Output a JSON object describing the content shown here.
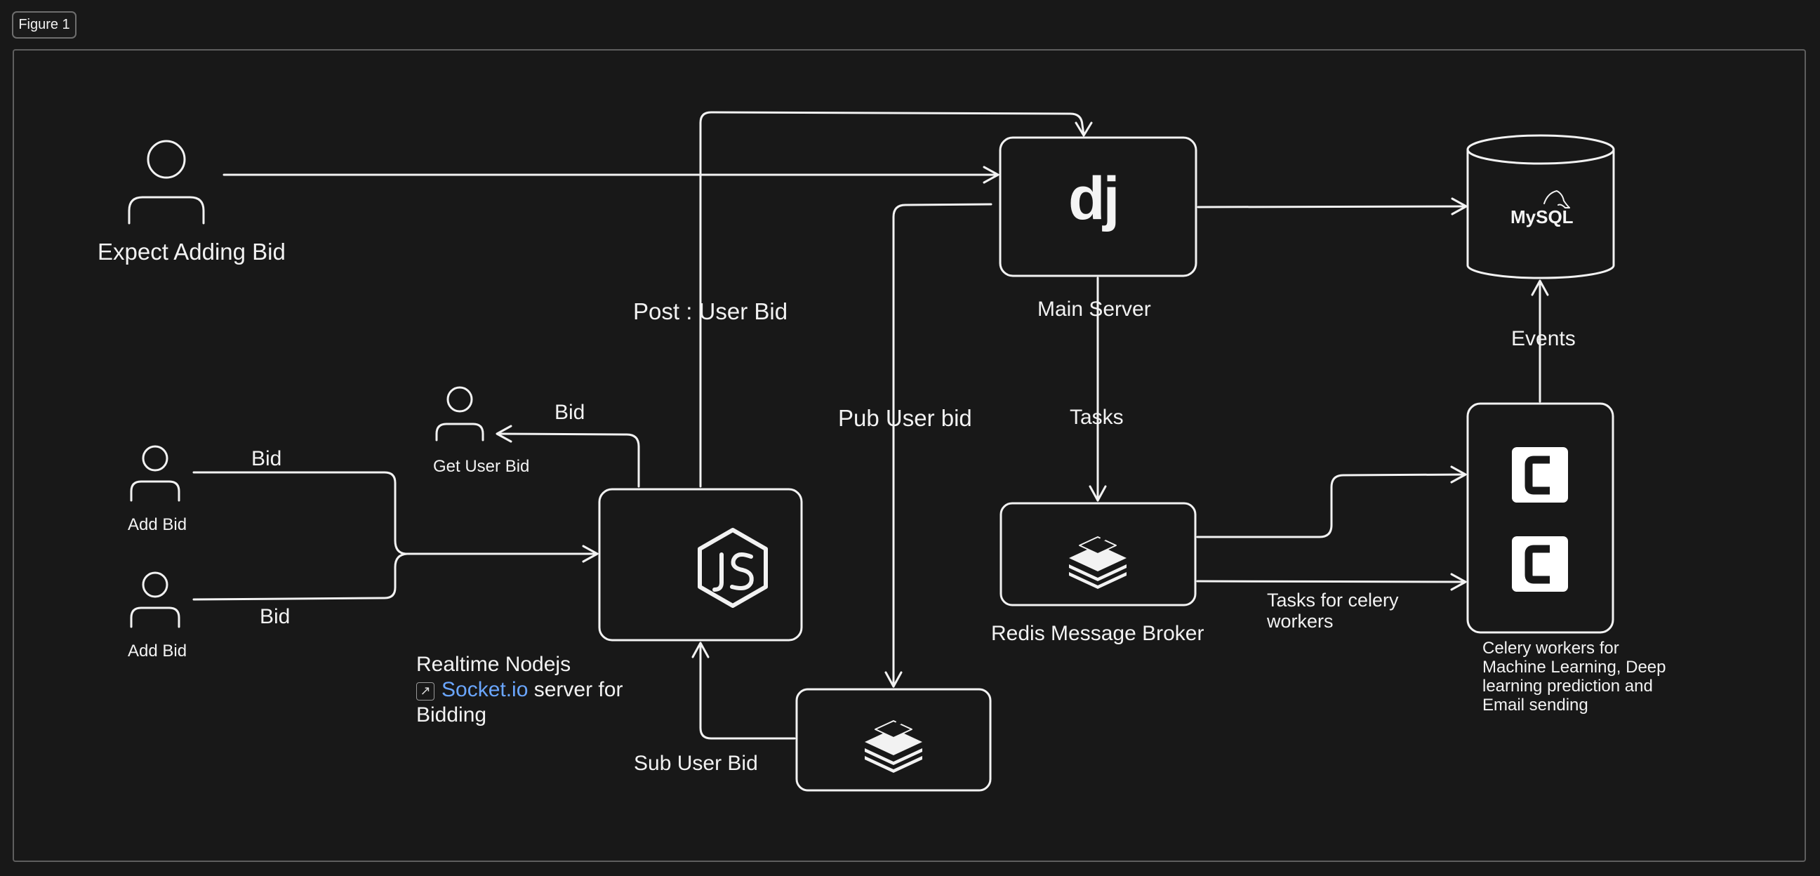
{
  "frame_label": "Figure 1",
  "labels": {
    "expect_adding_bid": "Expect Adding Bid",
    "post_user_bid": "Post : User Bid",
    "main_server": "Main Server",
    "pub_user_bid": "Pub User bid",
    "tasks": "Tasks",
    "events": "Events",
    "bid_get": "Bid",
    "get_user_bid": "Get User Bid",
    "bid_top": "Bid",
    "add_bid_top": "Add Bid",
    "bid_bottom": "Bid",
    "add_bid_bottom": "Add Bid",
    "realtime_line1": "Realtime Nodejs",
    "socket_link": "Socket.io",
    "realtime_line2_rest": " server for",
    "realtime_line3": "Bidding",
    "redis_broker": "Redis Message Broker",
    "tasks_for_celery_1": "Tasks for celery",
    "tasks_for_celery_2": "workers",
    "celery_desc_1": "Celery workers for",
    "celery_desc_2": "Machine Learning, Deep",
    "celery_desc_3": "learning prediction and",
    "celery_desc_4": "Email sending",
    "sub_user_bid": "Sub User Bid",
    "mysql_logo": "MySQL",
    "django_logo": "dj"
  },
  "icons": {
    "users": [
      "user-icon",
      "user-icon",
      "user-icon",
      "user-icon"
    ],
    "nodejs": "nodejs-logo-icon",
    "django": "django-logo-icon",
    "redis": "redis-logo-icon",
    "celery": "celery-logo-icon",
    "mysql": "mysql-logo-icon",
    "external_link": "external-link-icon"
  },
  "colors": {
    "background": "#181818",
    "stroke": "#f2f2f2",
    "link": "#6aa6ff"
  }
}
